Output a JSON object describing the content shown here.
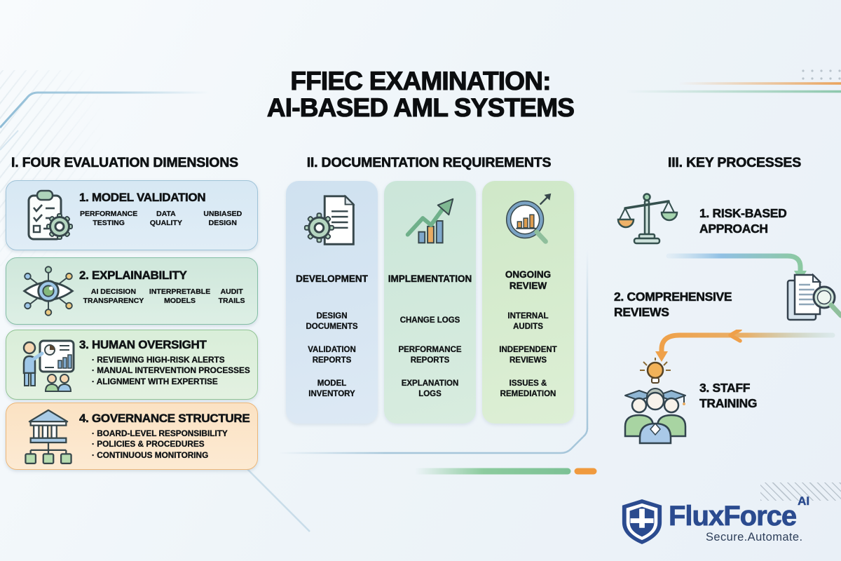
{
  "title": "FFIEC EXAMINATION:\nAI-BASED AML SYSTEMS",
  "s1": {
    "header": "I. FOUR EVALUATION DIMENSIONS",
    "cards": [
      {
        "title": "1. MODEL VALIDATION",
        "items": [
          "PERFORMANCE\nTESTING",
          "DATA\nQUALITY",
          "UNBIASED\nDESIGN"
        ]
      },
      {
        "title": "2. EXPLAINABILITY",
        "items": [
          "AI DECISION\nTRANSPARENCY",
          "INTERPRETABLE\nMODELS",
          "AUDIT\nTRAILS"
        ]
      },
      {
        "title": "3. HUMAN OVERSIGHT",
        "bullets": [
          "· REVIEWING HIGH-RISK ALERTS",
          "· MANUAL INTERVENTION PROCESSES",
          "· ALIGNMENT WITH EXPERTISE"
        ]
      },
      {
        "title": "4. GOVERNANCE STRUCTURE",
        "bullets": [
          "· BOARD-LEVEL RESPONSIBILITY",
          "· POLICIES & PROCEDURES",
          "· CONTINUOUS MONITORING"
        ]
      }
    ]
  },
  "s2": {
    "header": "II. DOCUMENTATION REQUIREMENTS",
    "cols": [
      {
        "title": "DEVELOPMENT",
        "items": [
          "DESIGN\nDOCUMENTS",
          "VALIDATION\nREPORTS",
          "MODEL\nINVENTORY"
        ]
      },
      {
        "title": "IMPLEMENTATION",
        "items": [
          "CHANGE LOGS",
          "PERFORMANCE\nREPORTS",
          "EXPLANATION\nLOGS"
        ]
      },
      {
        "title": "ONGOING\nREVIEW",
        "items": [
          "INTERNAL\nAUDITS",
          "INDEPENDENT\nREVIEWS",
          "ISSUES &\nREMEDIATION"
        ]
      }
    ]
  },
  "s3": {
    "header": "III. KEY PROCESSES",
    "steps": [
      "1. RISK-BASED\nAPPROACH",
      "2. COMPREHENSIVE\nREVIEWS",
      "3. STAFF\nTRAINING"
    ]
  },
  "logo": {
    "brand": "FluxForce",
    "suffix": "AI",
    "tagline": "Secure.Automate."
  },
  "colors": {
    "accent_green": "#7cc698",
    "accent_orange": "#f09a3e",
    "brand_navy": "#2b4b8f",
    "card_blue": "#d9e9f4",
    "card_mint": "#d6ebe1",
    "card_green": "#ddeedd",
    "card_peach": "#fbe3c9"
  }
}
